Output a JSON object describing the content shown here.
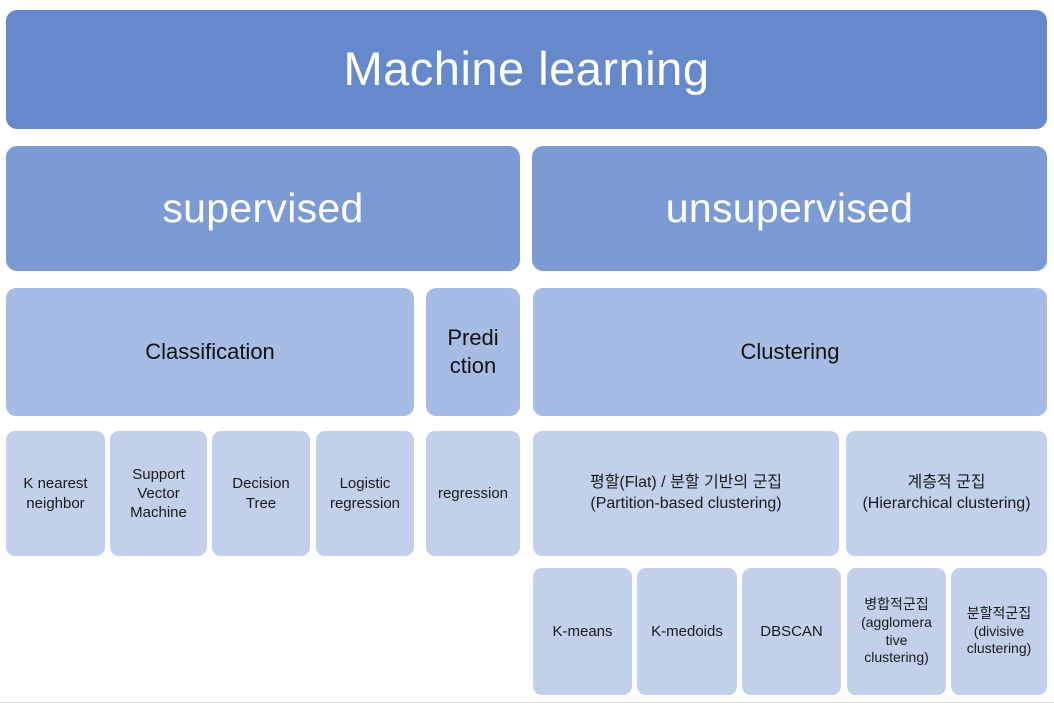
{
  "diagram": {
    "title": "Machine learning",
    "colors": {
      "root_fill": "#6689CC",
      "level1_fill": "#7C9AD4",
      "level2_fill": "#A6BCE4",
      "leaf_fill": "#C2D0EC",
      "root_text": "#FFFFFF",
      "leaf_text": "#1A1A1A",
      "page_background": "#FFFFFF"
    },
    "root": {
      "label": "Machine learning"
    },
    "branches": [
      {
        "label": "supervised"
      },
      {
        "label": "unsupervised"
      }
    ],
    "tasks": [
      {
        "label": "Classification"
      },
      {
        "label": "Predi\nction"
      },
      {
        "label": "Clustering"
      }
    ],
    "supervised_leaves": [
      {
        "label": "K nearest\nneighbor"
      },
      {
        "label": "Support\nVector\nMachine"
      },
      {
        "label": "Decision\nTree"
      },
      {
        "label": "Logistic\nregression"
      }
    ],
    "prediction_leaves": [
      {
        "label": "regression"
      }
    ],
    "clustering_families": [
      {
        "label": "평할(Flat) / 분할 기반의 군집\n(Partition-based  clustering)"
      },
      {
        "label": "계층적 군집\n(Hierarchical  clustering)"
      }
    ],
    "partition_leaves": [
      {
        "label": "K-means"
      },
      {
        "label": "K-medoids"
      },
      {
        "label": "DBSCAN"
      }
    ],
    "hierarchical_leaves": [
      {
        "label": "병합적군집\n(agglomera\ntive\nclustering)"
      },
      {
        "label": "분할적군집\n(divisive\nclustering)"
      }
    ]
  }
}
